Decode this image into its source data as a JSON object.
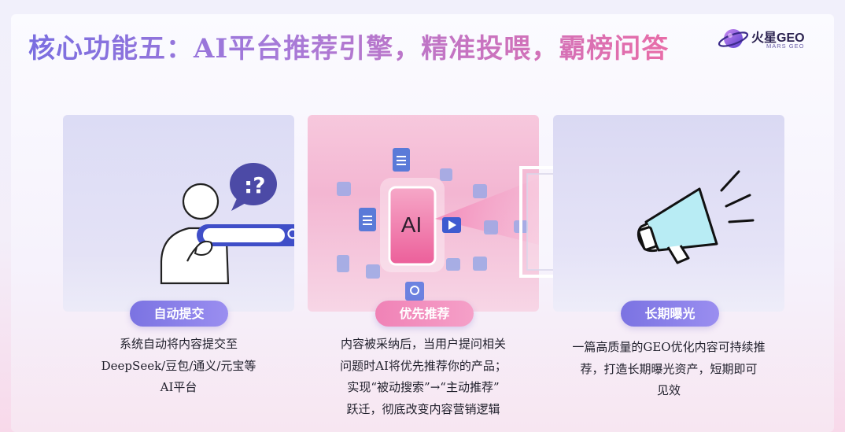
{
  "title": "核心功能五：AI平台推荐引擎，精准投喂，霸榜问答",
  "logo": {
    "name": "火星GEO",
    "subtitle": "MARS GEO",
    "icon": "planet-ring-icon"
  },
  "features": [
    {
      "label": "自动提交",
      "illustration": "person-search-bar-question-icon",
      "lines": [
        "系统自动将内容提交至",
        "DeepSeek/豆包/通义/元宝等",
        "AI平台"
      ]
    },
    {
      "label": "优先推荐",
      "illustration": "ai-phone-projection-icon",
      "ai_text": "AI",
      "lines": [
        "内容被采纳后，当用户提问相关",
        "问题时AI将优先推荐你的产品；",
        "实现“被动搜索”→“主动推荐”",
        "跃迁，彻底改变内容营销逻辑"
      ]
    },
    {
      "label": "长期曝光",
      "illustration": "megaphone-icon",
      "lines": [
        "一篇高质量的GEO优化内容可持续推",
        "荐，打造长期曝光资产，短期即可",
        "见效"
      ]
    }
  ],
  "colors": {
    "accent_purple": "#7b73e2",
    "accent_pink": "#f082b6",
    "text": "#1e1e2a"
  }
}
